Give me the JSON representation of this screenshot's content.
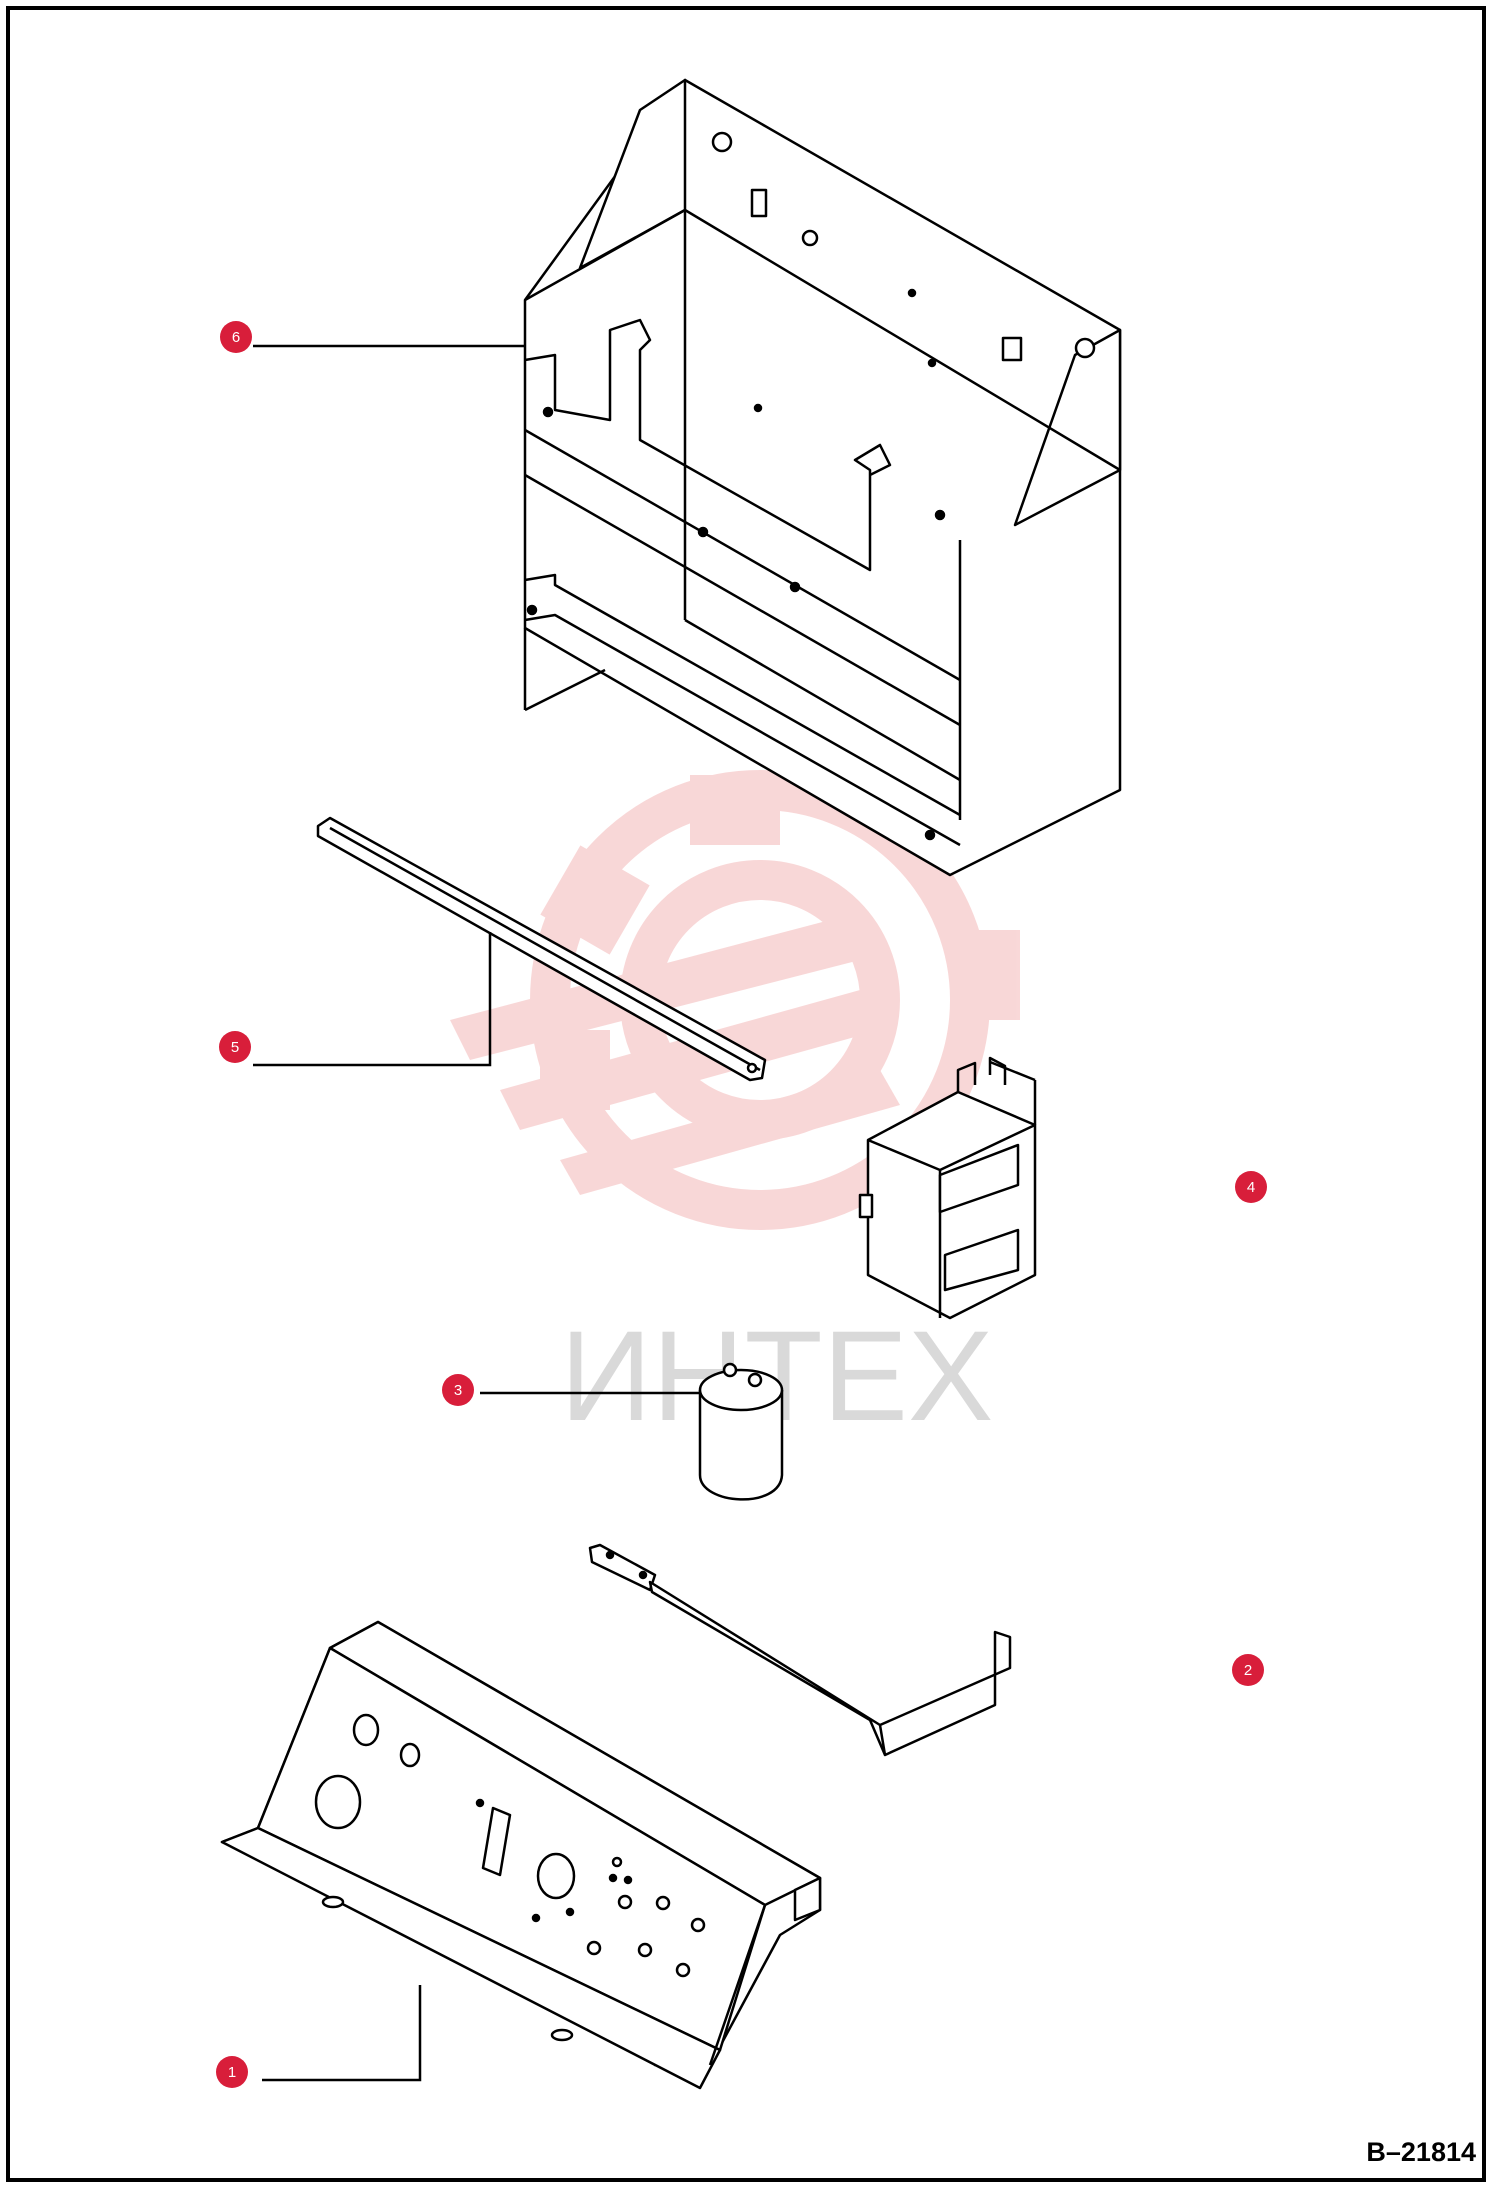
{
  "diagram": {
    "reference_code": "B–21814",
    "watermark_text": "ИНТЕХ",
    "callout_color": "#d81e3a",
    "watermark_color": "#f4b8b8",
    "callouts": [
      {
        "number": "1",
        "part": "control-panel"
      },
      {
        "number": "2",
        "part": "mounting-bracket"
      },
      {
        "number": "3",
        "part": "capacitor"
      },
      {
        "number": "4",
        "part": "relay-box"
      },
      {
        "number": "5",
        "part": "angle-strip"
      },
      {
        "number": "6",
        "part": "enclosure-box"
      }
    ]
  }
}
